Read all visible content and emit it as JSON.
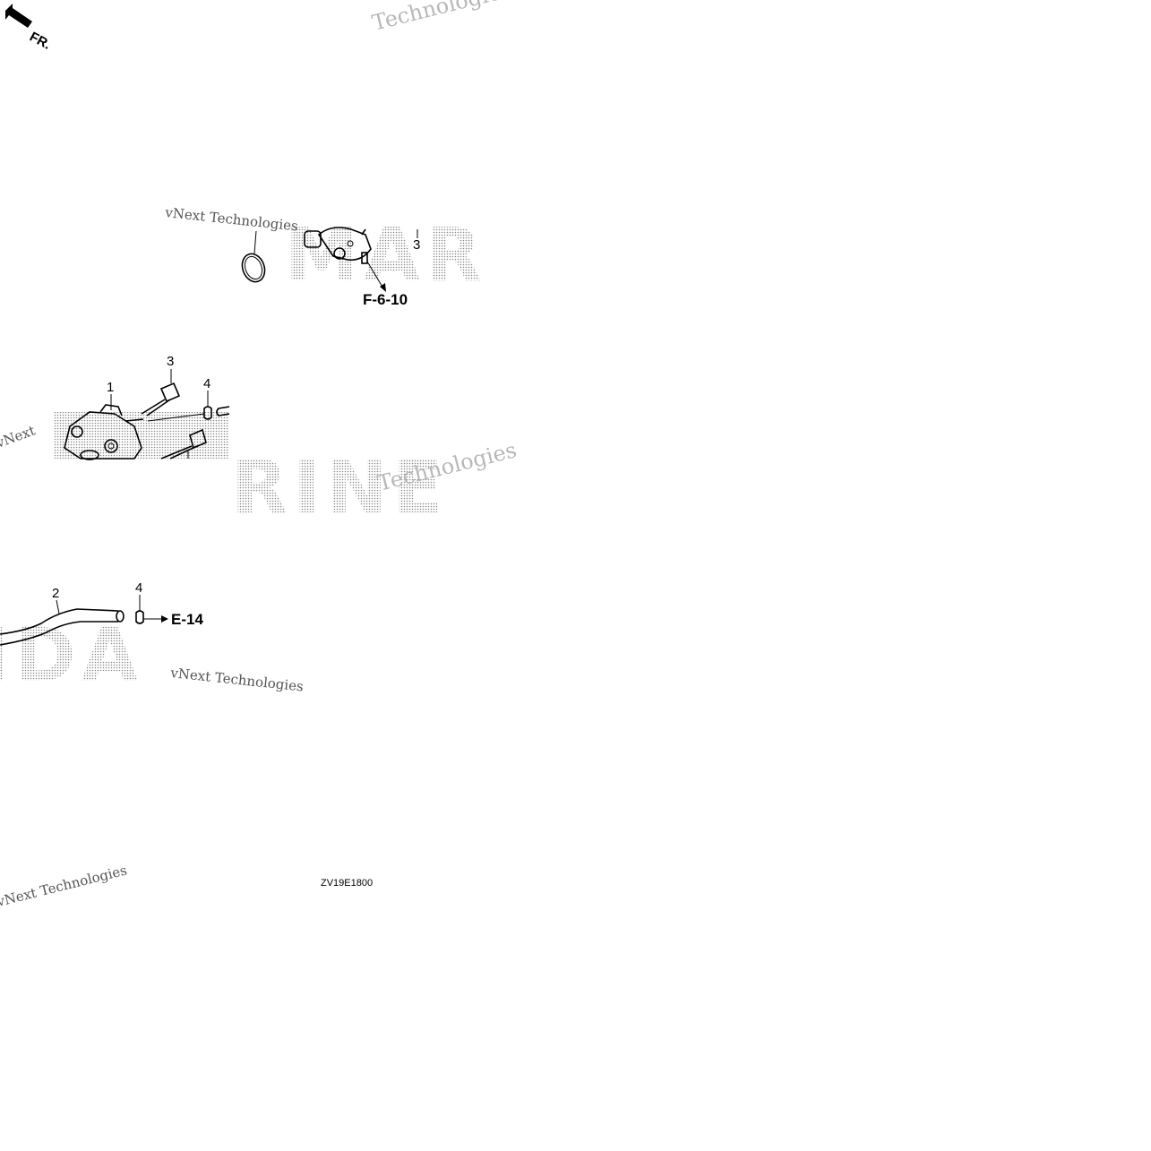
{
  "orientation": {
    "label": "FR."
  },
  "diagram_code": "ZV19E1800",
  "references": {
    "top": "F-6-10",
    "bottom": "E-14"
  },
  "callouts": {
    "top_3": "3",
    "mid_1": "1",
    "mid_3": "3",
    "mid_4": "4",
    "bot_2": "2",
    "bot_4": "4"
  },
  "watermark": {
    "technologies": "Technologies",
    "vnext": "vNext Technologies",
    "vnext_short": "vNext",
    "brand_word_1": "MAR",
    "brand_word_2": "RINE",
    "brand_word_3": "IDA"
  }
}
